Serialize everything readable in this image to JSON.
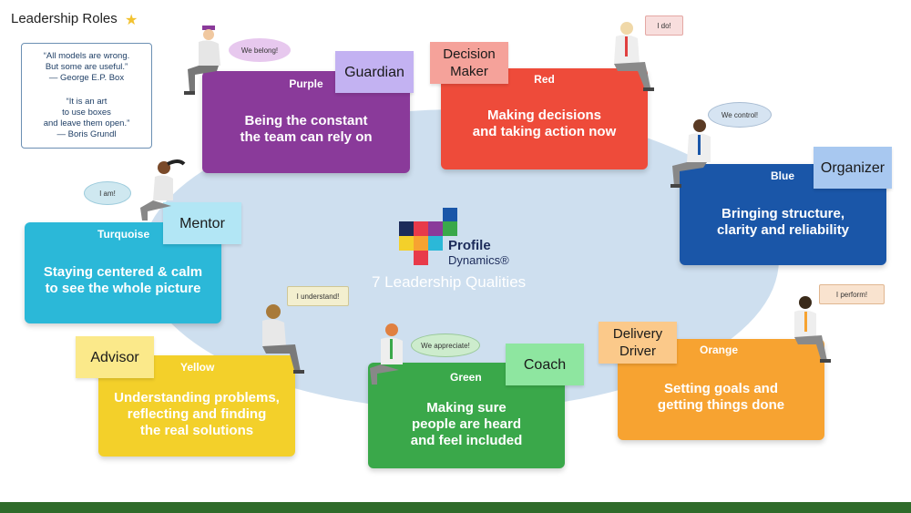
{
  "header": {
    "title": "Leadership Roles",
    "icon": "star-icon"
  },
  "quotes": [
    {
      "text": "“All models are wrong.\nBut some are useful.”",
      "author": "— George E.P. Box"
    },
    {
      "text": "“It is an art\nto use boxes\nand leave them open.”",
      "author": "— Boris Grundl"
    }
  ],
  "center": {
    "logo_line1": "Profile",
    "logo_line2": "Dynamics®",
    "subtitle": "7 Leadership Qualities"
  },
  "roles": {
    "purple": {
      "color_name": "Purple",
      "role": "Guardian",
      "desc": "Being the constant\nthe team can rely on",
      "bubble": "We belong!",
      "color": "#8a3a9a",
      "role_color": "#c3b2f2"
    },
    "red": {
      "color_name": "Red",
      "role": "Decision\nMaker",
      "desc": "Making decisions\nand taking action now",
      "bubble": "I do!",
      "color": "#ee4b3a",
      "role_color": "#f5a29a"
    },
    "blue": {
      "color_name": "Blue",
      "role": "Organizer",
      "desc": "Bringing structure,\nclarity and reliability",
      "bubble": "We control!",
      "color": "#1a56a8",
      "role_color": "#a8c8f0"
    },
    "turquoise": {
      "color_name": "Turquoise",
      "role": "Mentor",
      "desc": "Staying centered & calm\nto see the whole picture",
      "bubble": "I am!",
      "color": "#2bb8d8",
      "role_color": "#b2e6f5"
    },
    "yellow": {
      "color_name": "Yellow",
      "role": "Advisor",
      "desc": "Understanding problems,\nreflecting and finding\nthe real solutions",
      "bubble": "I understand!",
      "color": "#f3d02a",
      "role_color": "#fbe98a"
    },
    "green": {
      "color_name": "Green",
      "role": "Coach",
      "desc": "Making sure\npeople are heard\nand feel included",
      "bubble": "We appreciate!",
      "color": "#3aa84a",
      "role_color": "#8ee6a0"
    },
    "orange": {
      "color_name": "Orange",
      "role": "Delivery\nDriver",
      "desc": "Setting goals and\ngetting things done",
      "bubble": "I perform!",
      "color": "#f7a331",
      "role_color": "#fbc98a"
    }
  }
}
